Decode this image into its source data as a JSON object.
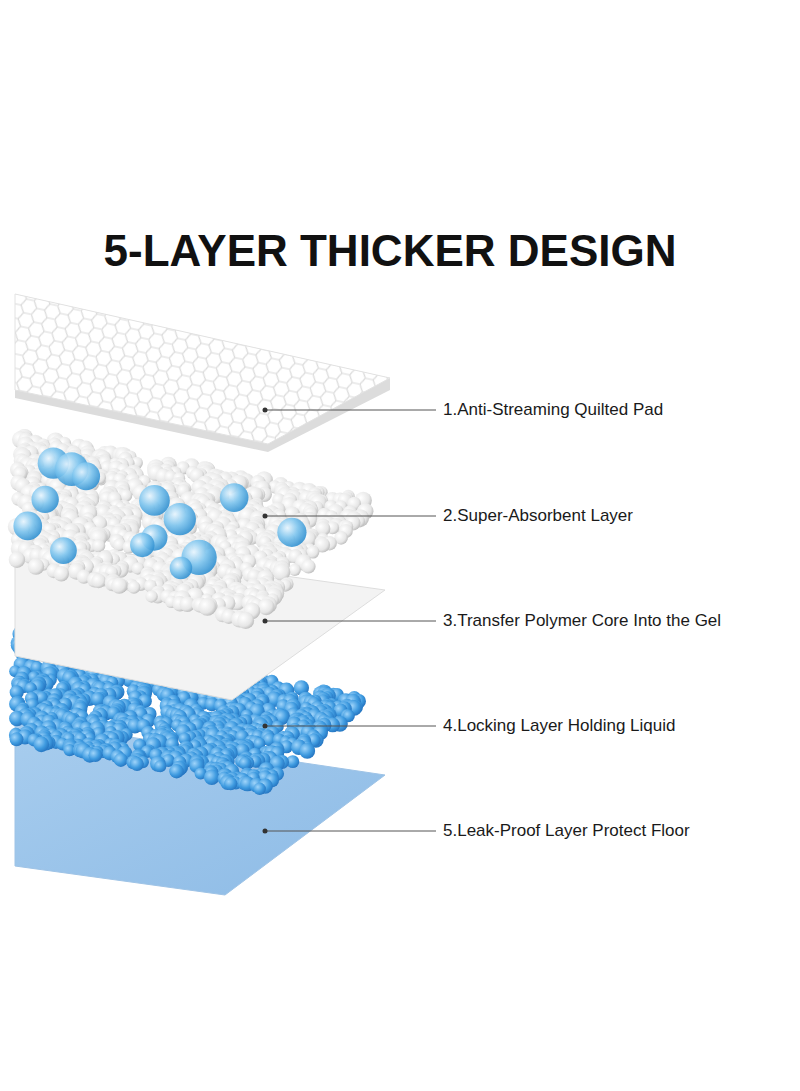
{
  "diagram": {
    "title": "5-LAYER THICKER DESIGN",
    "labels": [
      "1.Anti-Streaming Quilted Pad",
      "2.Super-Absorbent Layer",
      "3.Transfer Polymer Core Into the Gel",
      "4.Locking Layer Holding Liquid",
      "5.Leak-Proof Layer Protect Floor"
    ]
  }
}
